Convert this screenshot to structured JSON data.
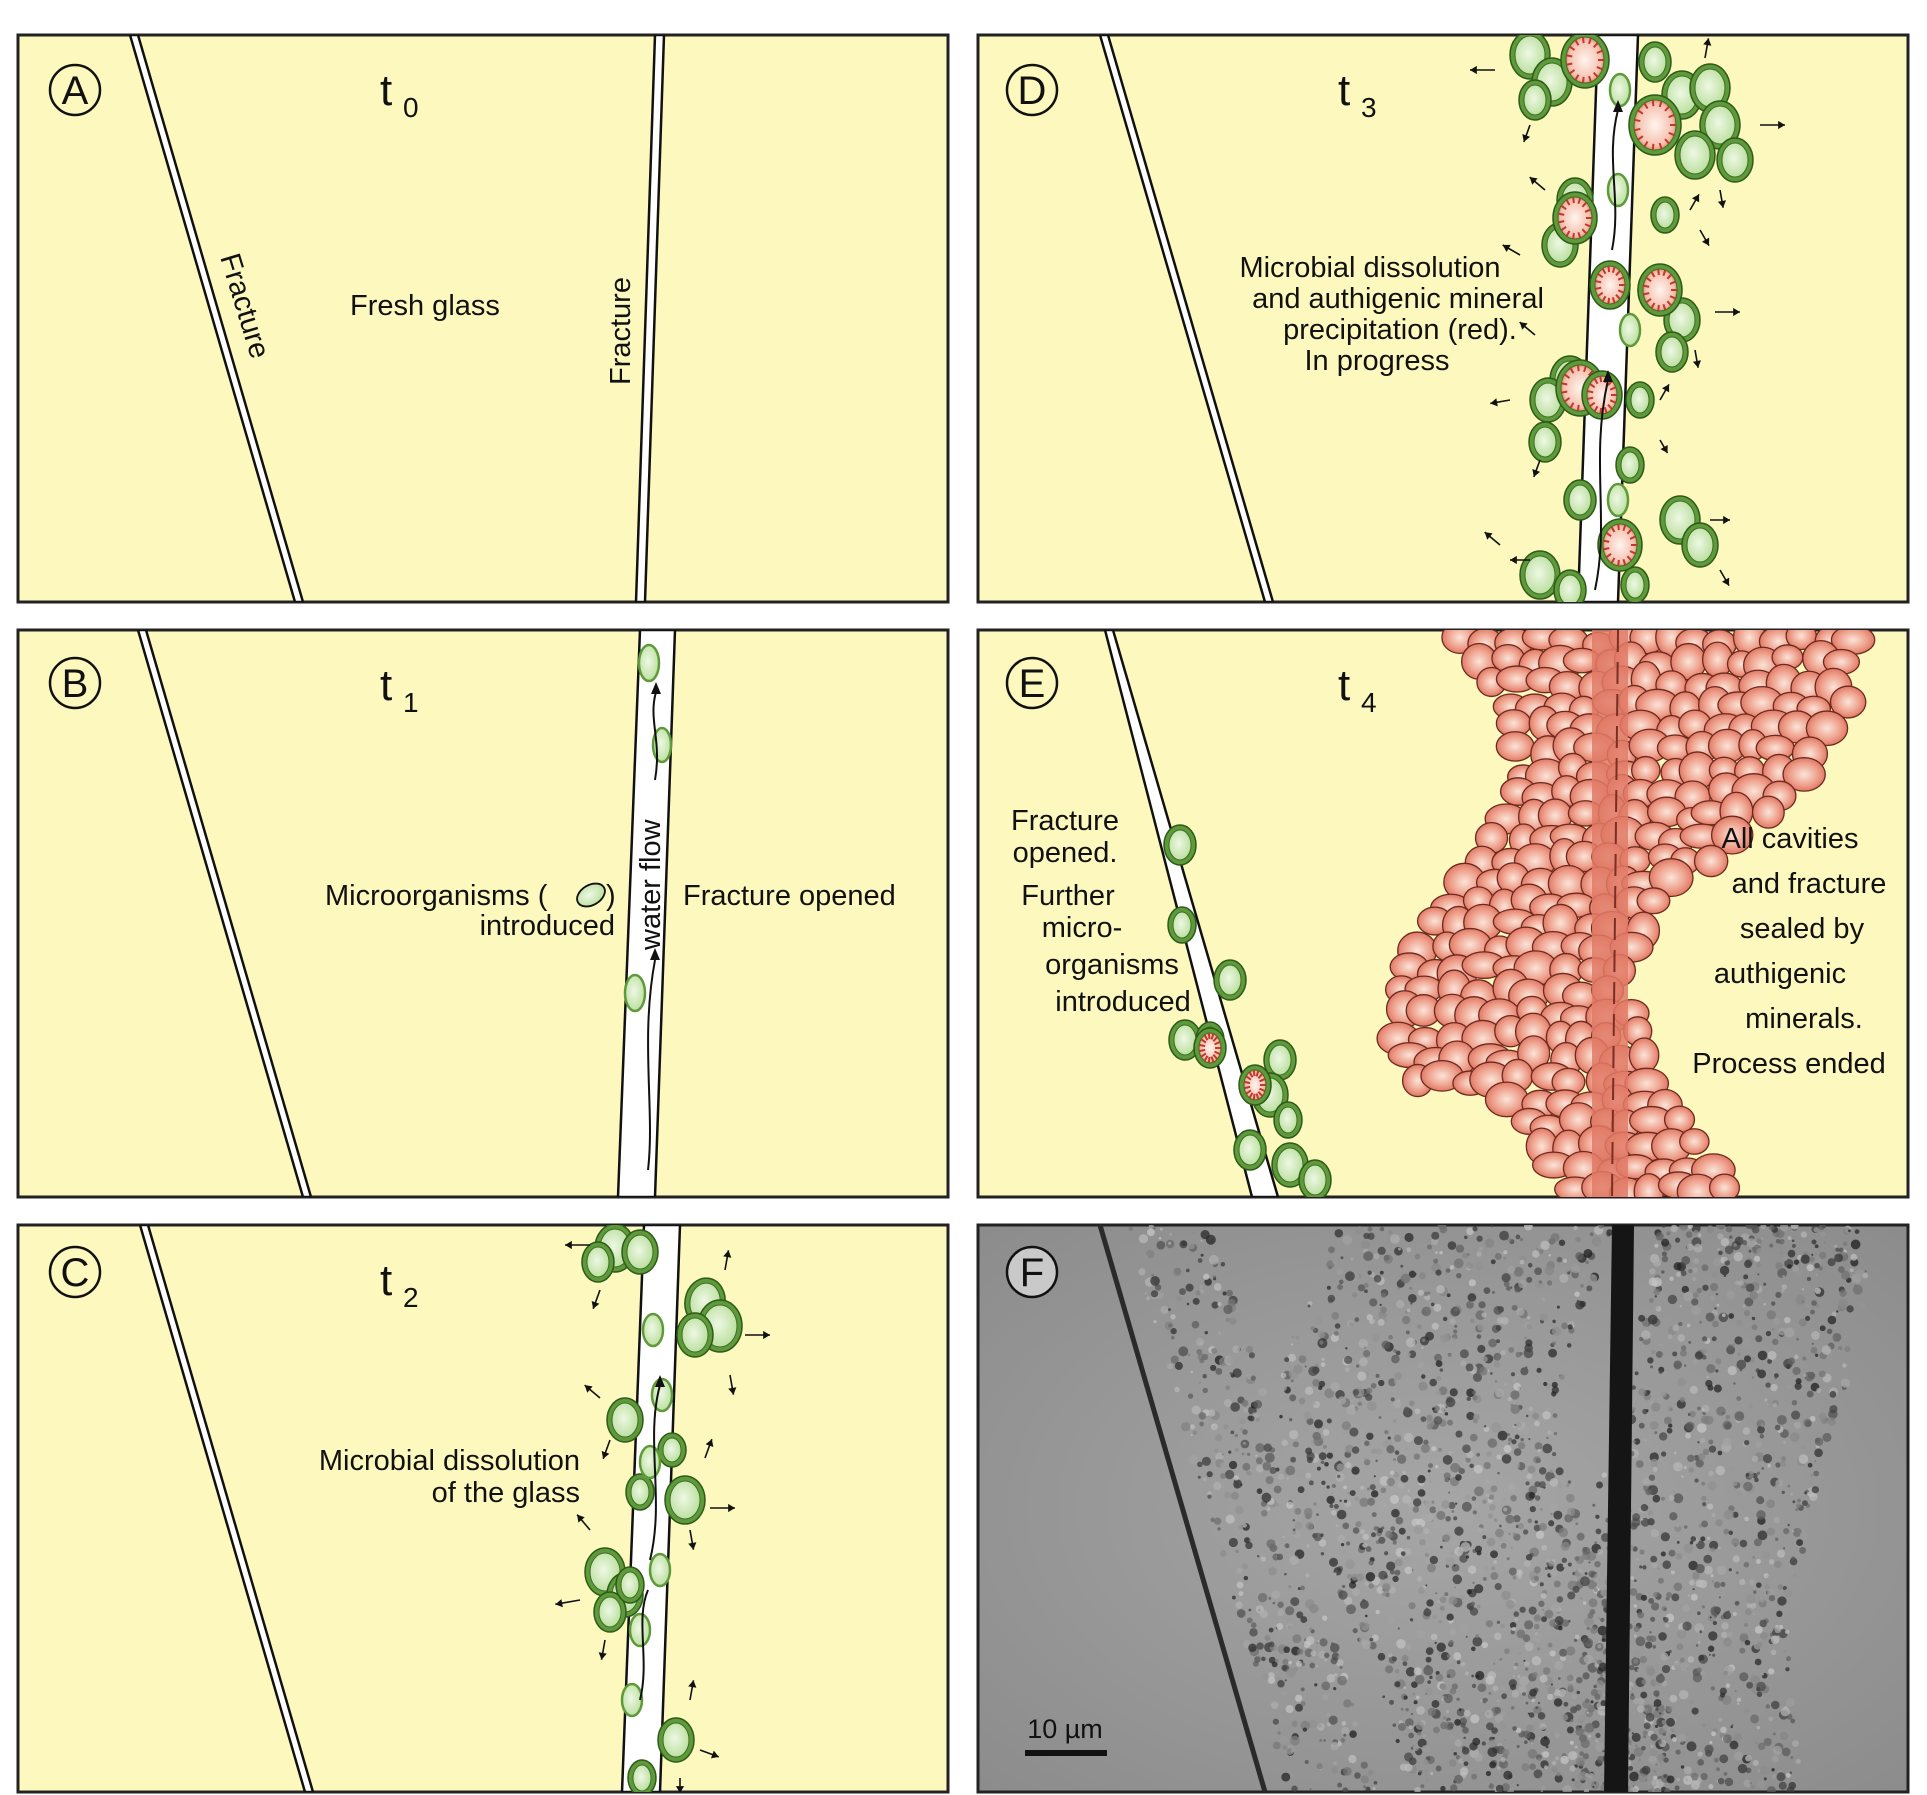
{
  "colors": {
    "glass": "#fdf8be",
    "microbe_outer": "#5e9a3a",
    "microbe_fill": "#c9e6b0",
    "mineral": "#de6b58",
    "mineral_light": "#f2c6b6",
    "photo_bg": "#9c9c9c"
  },
  "panels": {
    "A": {
      "letter": "A",
      "time": "t",
      "time_sub": "0",
      "labels": {
        "fracture_left": "Fracture",
        "fresh_glass": "Fresh glass",
        "fracture_right": "Fracture"
      }
    },
    "B": {
      "letter": "B",
      "time": "t",
      "time_sub": "1",
      "labels": {
        "micro_line1_a": "Microorganisms (",
        "micro_line1_b": ")",
        "micro_line2": "introduced",
        "water_flow": "water flow",
        "fracture_opened": "Fracture opened"
      }
    },
    "C": {
      "letter": "C",
      "time": "t",
      "time_sub": "2",
      "labels": {
        "line1": "Microbial dissolution",
        "line2": "of the glass"
      }
    },
    "D": {
      "letter": "D",
      "time": "t",
      "time_sub": "3",
      "labels": {
        "line1": "Microbial dissolution",
        "line2": "and authigenic mineral",
        "line3": "precipitation (red).",
        "line4": "In progress"
      }
    },
    "E": {
      "letter": "E",
      "time": "t",
      "time_sub": "4",
      "left_lines": [
        "Fracture",
        "opened.",
        "Further",
        "micro-",
        "organisms",
        "introduced"
      ],
      "right_lines": [
        "All cavities",
        "and fracture",
        "sealed by",
        "authigenic",
        "minerals.",
        "Process ended"
      ]
    },
    "F": {
      "letter": "F",
      "scale_bar": "10 µm"
    }
  }
}
